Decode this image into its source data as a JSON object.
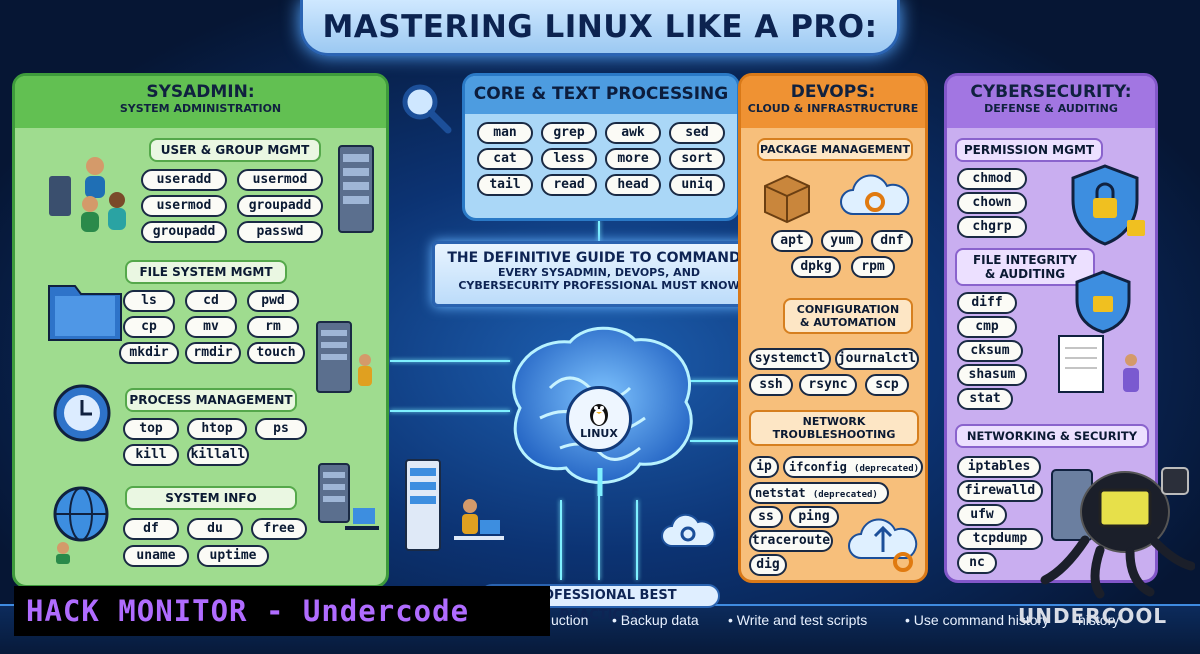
{
  "title": "MASTERING LINUX LIKE A PRO:",
  "center": {
    "line1": "THE DEFINITIVE GUIDE TO COMMANDS",
    "line2": "EVERY SYSADMIN, DEVOPS, AND",
    "line3": "CYBERSECURITY PROFESSIONAL MUST KNOW",
    "brain_label": "LINUX"
  },
  "sysadmin": {
    "title": "SYSADMIN:",
    "subtitle": "SYSTEM ADMINISTRATION",
    "user_group": {
      "title": "USER & GROUP MGMT",
      "commands": [
        "useradd",
        "usermod",
        "usermod",
        "groupadd",
        "groupadd",
        "passwd"
      ]
    },
    "filesystem": {
      "title": "FILE SYSTEM MGMT",
      "commands": [
        "ls",
        "cd",
        "pwd",
        "cp",
        "mv",
        "rm",
        "mkdir",
        "rmdir",
        "touch"
      ]
    },
    "process": {
      "title": "PROCESS MANAGEMENT",
      "commands": [
        "top",
        "htop",
        "ps",
        "kill",
        "killall"
      ]
    },
    "sysinfo": {
      "title": "SYSTEM INFO",
      "commands": [
        "df",
        "du",
        "free",
        "uname",
        "uptime"
      ]
    }
  },
  "core": {
    "title": "CORE & TEXT PROCESSING",
    "commands": [
      "man",
      "grep",
      "awk",
      "sed",
      "cat",
      "less",
      "more",
      "sort",
      "tail",
      "read",
      "head",
      "uniq"
    ]
  },
  "devops": {
    "title": "DEVOPS:",
    "subtitle": "CLOUD & INFRASTRUCTURE",
    "packages": {
      "title": "PACKAGE MANAGEMENT",
      "commands": [
        "apt",
        "yum",
        "dnf",
        "dpkg",
        "rpm"
      ]
    },
    "config": {
      "title_line1": "CONFIGURATION",
      "title_line2": "& AUTOMATION",
      "commands": [
        "systemctl",
        "journalctl",
        "ssh",
        "rsync",
        "scp"
      ]
    },
    "network": {
      "title_line1": "NETWORK",
      "title_line2": "TROUBLESHOOTING",
      "commands": [
        "ip",
        "ifconfig",
        "(deprecated)",
        "netstat",
        "(deprecated)",
        "ss",
        "ping",
        "traceroute",
        "dig"
      ]
    }
  },
  "cyber": {
    "title": "CYBERSECURITY:",
    "subtitle": "DEFENSE & AUDITING",
    "permissions": {
      "title": "PERMISSION MGMT",
      "commands": [
        "chmod",
        "chown",
        "chgrp"
      ]
    },
    "integrity": {
      "title_line1": "FILE INTEGRITY",
      "title_line2": "& AUDITING",
      "commands": [
        "diff",
        "cmp",
        "cksum",
        "shasum",
        "stat"
      ]
    },
    "netsec": {
      "title": "NETWORKING & SECURITY",
      "commands": [
        "iptables",
        "firewalld",
        "ufw",
        "tcpdump",
        "nc"
      ]
    }
  },
  "best_practices": {
    "title": "PROFESSIONAL BEST PRACTICES",
    "items": [
      "uction",
      "• Backup data",
      "• Write and test scripts",
      "• Use command history",
      "history"
    ]
  },
  "overlay": {
    "hack_monitor": "HACK MONITOR - Undercode",
    "watermark": "UNDERCOOL"
  },
  "colors": {
    "sysadmin": "#9fdc8f",
    "core": "#aad7f7",
    "devops": "#f7bf7b",
    "cyber": "#c9aef0",
    "background": "#0c3373"
  }
}
